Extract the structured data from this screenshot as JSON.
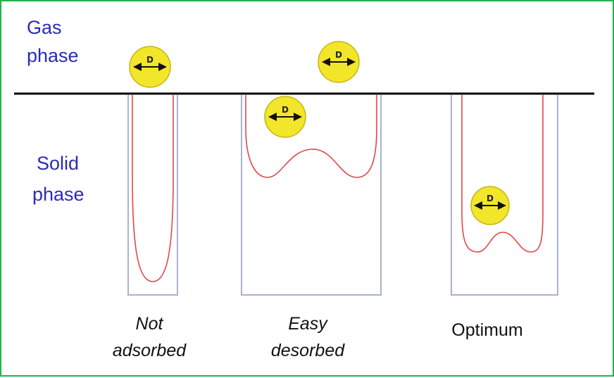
{
  "labels": {
    "gas_line1": "Gas",
    "gas_line2": "phase",
    "solid_line1": "Solid",
    "solid_line2": "phase"
  },
  "captions": [
    {
      "line1": "Not",
      "line2": "adsorbed"
    },
    {
      "line1": "Easy",
      "line2": "desorbed"
    },
    {
      "line1": "Optimum",
      "line2": ""
    }
  ],
  "molecule_label": "D",
  "colors": {
    "frame": "#22b14c",
    "pore_outline": "#a9b3c9",
    "potential_curve": "#e0474c",
    "molecule_fill": "#f2e62a",
    "phase_text": "#2b2bb8"
  }
}
